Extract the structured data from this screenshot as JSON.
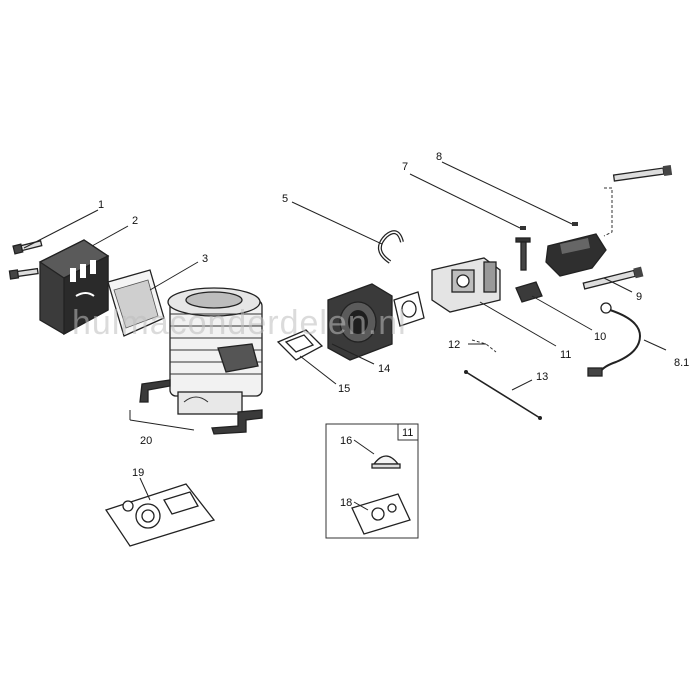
{
  "diagram": {
    "watermark": "hulmaconderdelen.nl",
    "callouts": {
      "c1": "1",
      "c2": "2",
      "c3": "3",
      "c5": "5",
      "c7": "7",
      "c8": "8",
      "c9": "9",
      "c10": "10",
      "c11": "11",
      "c12": "12",
      "c13": "13",
      "c14": "14",
      "c15": "15",
      "c20": "20",
      "c19": "19",
      "c16": "16",
      "c18": "18",
      "c81": "8.1",
      "box11": "11"
    }
  }
}
